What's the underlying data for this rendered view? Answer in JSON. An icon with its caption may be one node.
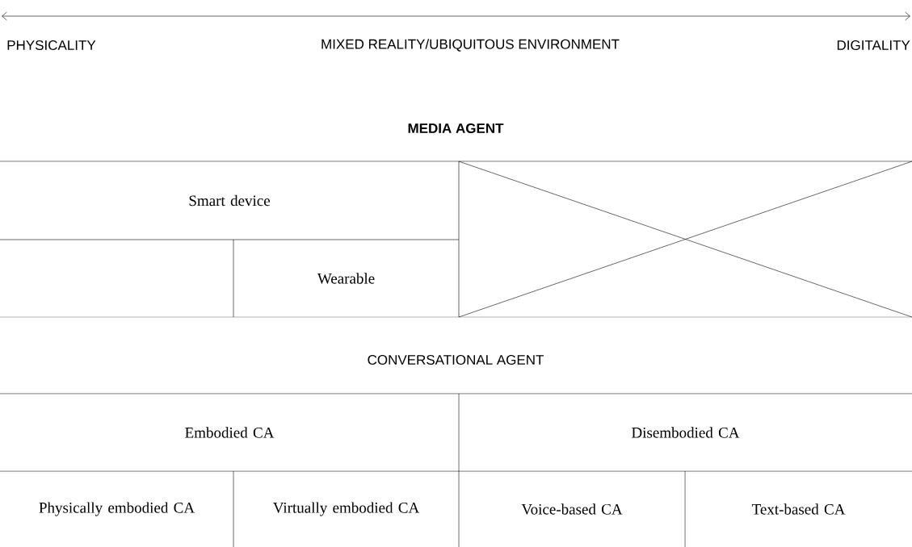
{
  "diagram": {
    "nodes": [
      {
        "text": [
          "Smart device"
        ]
      },
      {
        "text": [],
        "shape": "box"
      },
      {
        "text": [
          "Wearable"
        ]
      },
      {
        "text": [
          "Embodied CA"
        ]
      },
      {
        "text": [
          "Disembodied CA"
        ]
      },
      {
        "text": [
          "Physically embodied CA"
        ]
      },
      {
        "text": [
          "Virtually embodied CA"
        ]
      },
      {
        "text": [
          "Voice-based CA"
        ]
      },
      {
        "text": [
          "Text-based CA"
        ]
      }
    ],
    "labels": [
      "PHYSICALITY",
      "MIXED REALITY/UBIQUITOUS ENVIRONMENT",
      "DIGITALITY",
      "MEDIA AGENT",
      "CONVERSATIONAL AGENT"
    ]
  }
}
